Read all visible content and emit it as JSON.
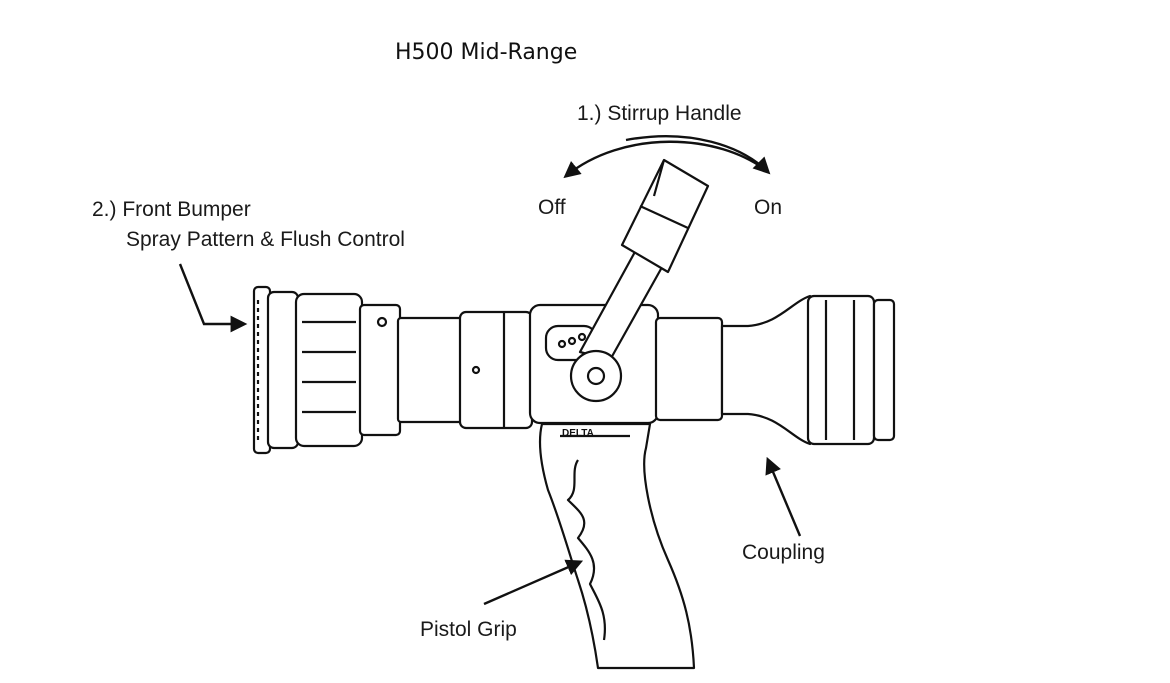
{
  "title": "H500 Mid-Range",
  "labels": {
    "stirrup_handle": "1.) Stirrup Handle",
    "off": "Off",
    "on": "On",
    "front_bumper_line1": "2.) Front Bumper",
    "front_bumper_line2": "Spray Pattern & Flush Control",
    "coupling": "Coupling",
    "pistol_grip": "Pistol Grip",
    "brand": "DELTA"
  }
}
